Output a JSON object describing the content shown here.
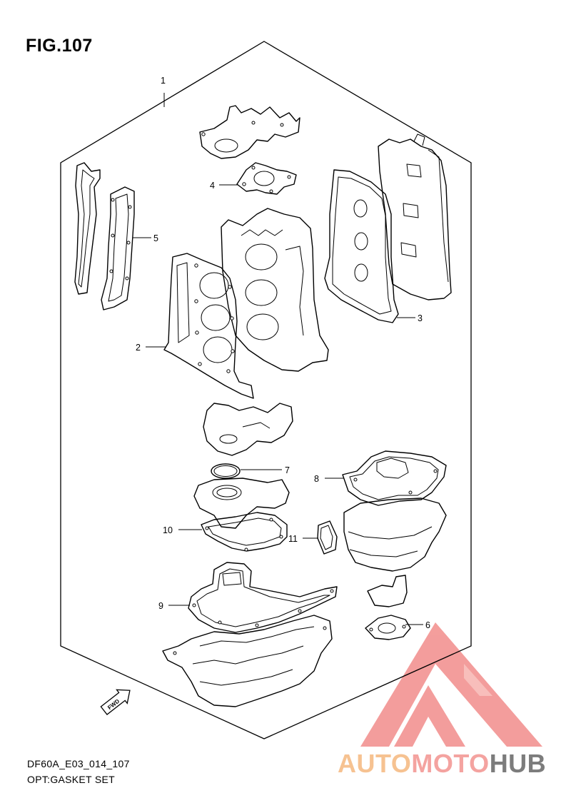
{
  "figure": {
    "title": "FIG.107"
  },
  "callouts": [
    "1",
    "2",
    "3",
    "4",
    "5",
    "6",
    "7",
    "8",
    "9",
    "10",
    "11"
  ],
  "fwd_arrow_label": "FWD",
  "footer": {
    "code": "DF60A_E03_014_107",
    "caption": "OPT:GASKET SET"
  },
  "watermark": {
    "part1": "AUTO",
    "part2": "MOTO",
    "part3": "HUB",
    "colors": {
      "auto": "#f6c291",
      "moto": "#f4a3a0",
      "hub": "#7c7c7c",
      "logo_mark": "#f28d8b"
    }
  }
}
